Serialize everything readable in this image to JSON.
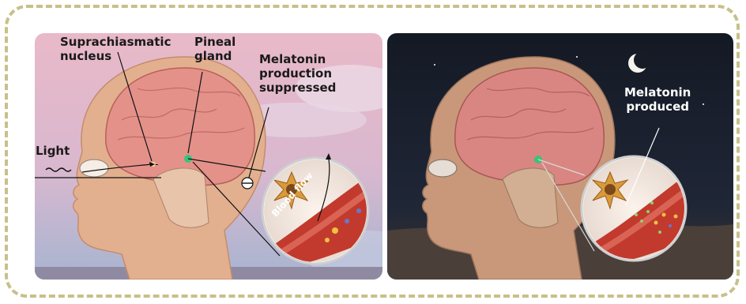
{
  "labels": {
    "suprachiasmatic": "Suprachiasmatic\nnucleus",
    "pineal": "Pineal\ngland",
    "melatonin_suppressed": "Melatonin\nproduction\nsuppressed",
    "light": "Light",
    "blood_flow": "Blood flow",
    "melatonin_produced": "Melatonin\nproduced"
  },
  "colors": {
    "frame": "#c8c08a",
    "day_sky_top": "#e7b6c6",
    "day_sky_bottom": "#a8b6d2",
    "night_sky": "#1c2230",
    "skin": "#e3b08f",
    "brain": "#e5908a",
    "pineal": "#39c27a",
    "blood_vessel": "#c23a2d"
  },
  "icons": [
    "light-wave-icon",
    "moon-icon"
  ]
}
